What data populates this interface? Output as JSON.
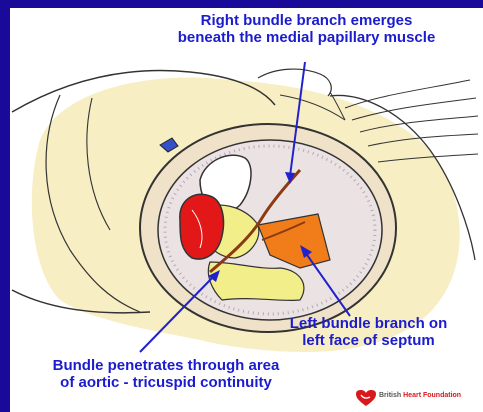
{
  "labels": {
    "rbb": "Right bundle branch emerges\nbeneath the medial papillary muscle",
    "lbb": "Left bundle branch on\nleft face of septum",
    "bundle": "Bundle penetrates through area\nof aortic - tricuspid continuity"
  },
  "logo": {
    "part1": "British ",
    "part2": "Heart Foundation"
  },
  "colors": {
    "background": "#1a0a99",
    "label_text": "#1c1ccf",
    "pointer": "#2222cc",
    "logo_red": "#d8181c"
  }
}
